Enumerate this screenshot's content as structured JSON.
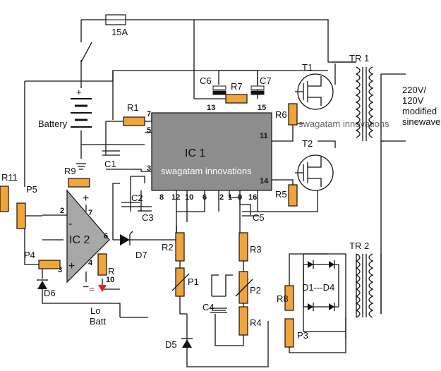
{
  "labels": {
    "fuse": "15A",
    "battery": "Battery",
    "r1": "R1",
    "r2": "R2",
    "r3": "R3",
    "r4": "R4",
    "r5": "R5",
    "r6": "R6",
    "r7": "R7",
    "r8": "R8",
    "r9": "R9",
    "r10_a": "R",
    "r10_b": "10",
    "r11": "R11",
    "c1": "C1",
    "c2": "C2",
    "c3": "C3",
    "c4": "C4",
    "c5": "C5",
    "c6": "C6",
    "c7": "C7",
    "p1": "P1",
    "p2": "P2",
    "p3": "P3",
    "p4": "P4",
    "p5": "P5",
    "d5": "D5",
    "d6": "D6",
    "d7": "D7",
    "bridge": "D1---D4",
    "t1": "T1",
    "t2": "T2",
    "tr1": "TR 1",
    "tr2": "TR 2",
    "ic1": "IC 1",
    "ic2": "IC 2",
    "watermark1": "swagatam innovations",
    "watermark2": "swagatam innovations",
    "output_line1": "220V/",
    "output_line2": "120V",
    "output_line3": "modified",
    "output_line4": "sinewave",
    "lo_batt_1": "Lo",
    "lo_batt_2": "Batt"
  },
  "pins": {
    "ic1_7": "7",
    "ic1_5": "5",
    "ic1_3": "3",
    "ic1_13": "13",
    "ic1_15": "15",
    "ic1_11": "11",
    "ic1_14": "14",
    "ic1_8": "8",
    "ic1_12": "12",
    "ic1_10": "10",
    "ic1_6": "6",
    "ic1_2": "2",
    "ic1_1": "1",
    "ic1_9": "9",
    "ic1_16": "16",
    "ic2_2": "2",
    "ic2_7": "7",
    "ic2_6": "6",
    "ic2_3": "3",
    "ic2_4": "4",
    "plus1": "+",
    "minus1": "-",
    "plus2": "+",
    "minus2": "−",
    "plus3": "+",
    "minus3": "−",
    "bat_plus": "+",
    "bat_minus": "−",
    "led_mark": "="
  },
  "colors": {
    "resistor": "#f0a43c",
    "ic_body": "#8d8d8d",
    "led": "#e02020",
    "wire": "#111111"
  }
}
